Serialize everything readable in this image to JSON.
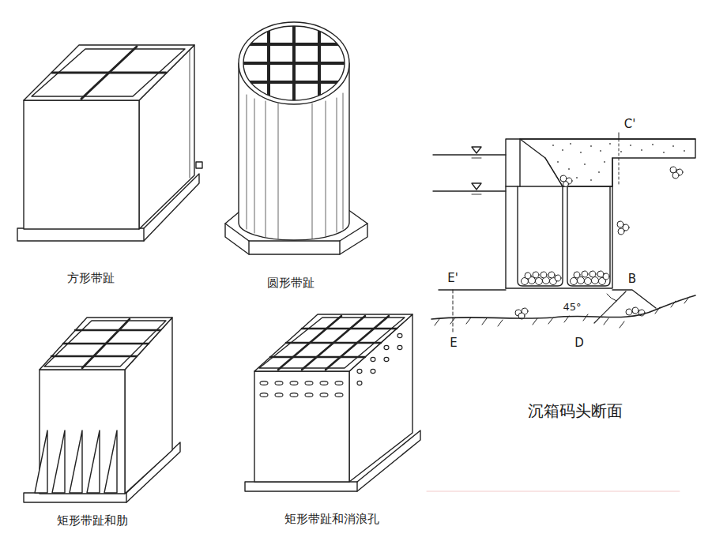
{
  "diagram": {
    "labels": [
      "方形带趾",
      "圆形带趾",
      "矩形带趾和肋",
      "矩形带趾和消浪孔",
      "C'",
      "E'",
      "B",
      "45°",
      "E",
      "D",
      "沉箱码头断面"
    ]
  }
}
